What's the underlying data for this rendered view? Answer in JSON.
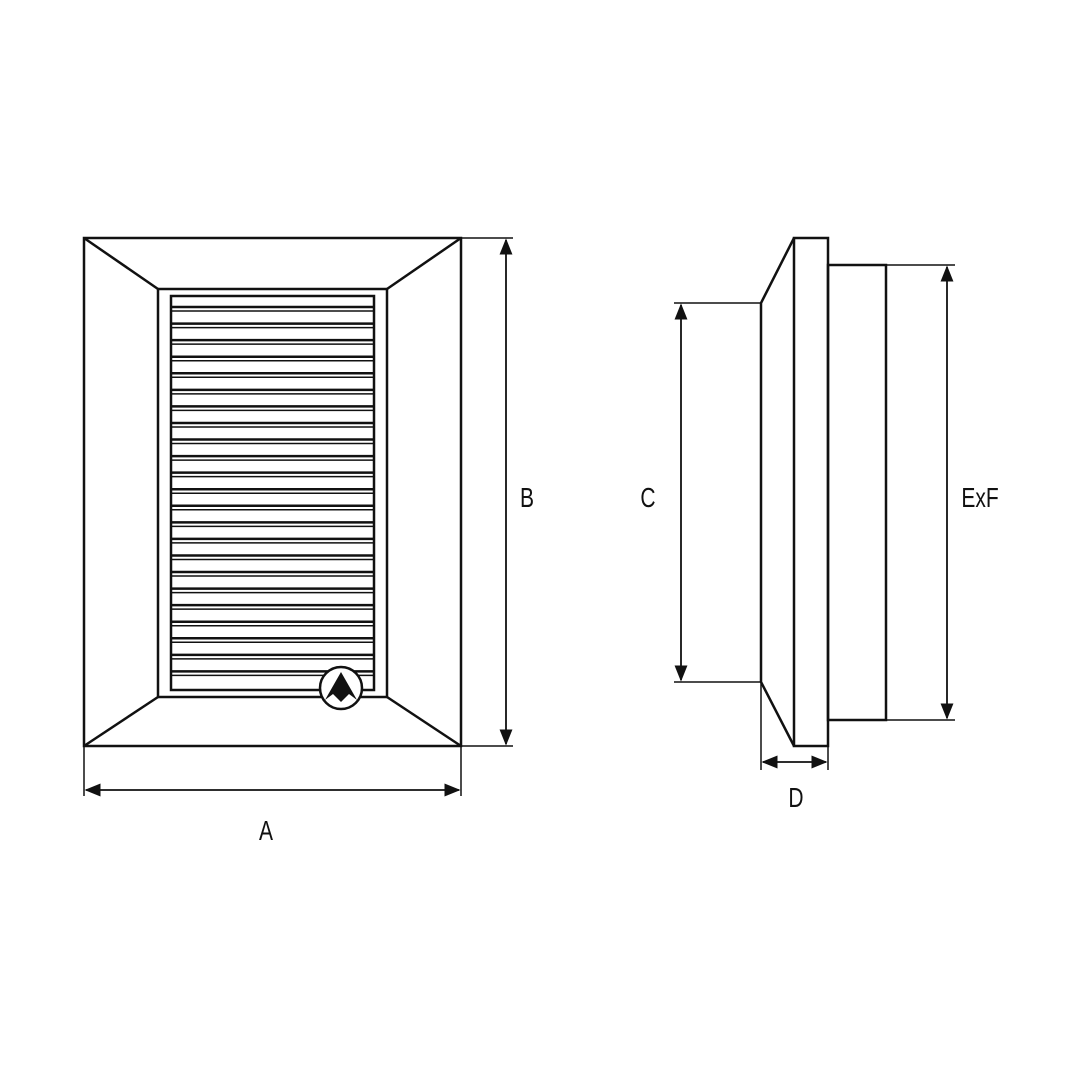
{
  "labels": {
    "a": "A",
    "b": "B",
    "c": "C",
    "d": "D",
    "exf": "ExF"
  },
  "colors": {
    "line": "#111111",
    "background": "#ffffff"
  },
  "louver_count": 23
}
